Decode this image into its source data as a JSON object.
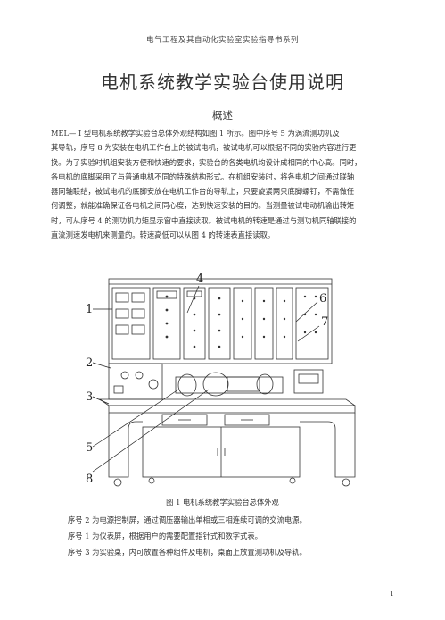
{
  "header": {
    "series": "电气工程及其自动化实验室实验指导书系列"
  },
  "title": "电机系统教学实验台使用说明",
  "section": "概述",
  "intro_lines": [
    "MEL— I 型电机系统教学实验台总体外观结构如图 1 所示。图中序号 5 为涡流测功机及",
    "其导轨，序号 8 为安装在电机工作台上的被试电机，被试电机可以根据不同的实验内容进行更",
    "换。为了实验时机组安装方便和快速的要求，实验台的各类电机均设计成相同的中心高。同时，",
    "各电机的底脚采用了与普通电机不同的特殊结构形式。在机组安装时，将各电机之间通过联轴",
    "器同轴联结，被试电机的底脚安放在电机工作台的导轨上，只要旋紧两只底脚螺钉，不需做任",
    "何调整，就能准确保证各电机之间同心度，达到快速安装的目的。当测量被试电动机输出转矩",
    "时，可从序号 4 的测功机力矩显示窗中直接读取。被试电机的转速是通过与测功机同轴联接的",
    "直流测速发电机来测量的。转速高低可以从图 4 的转速表直接读取。"
  ],
  "figure": {
    "callouts": [
      "1",
      "2",
      "3",
      "4",
      "5",
      "6",
      "7",
      "8"
    ],
    "caption": "图 1  电机系统教学实验台总体外观"
  },
  "notes": [
    "序号 2 为电源控制屏，通过调压器输出单相或三相连续可调的交流电源。",
    "序号 1 为仪表屏，根据用户的需要配置指针式和数字式表。",
    "序号 3 为实验桌，内可放置各种组件及电机，桌面上放置测功机及导轨。"
  ],
  "page_number": "1"
}
